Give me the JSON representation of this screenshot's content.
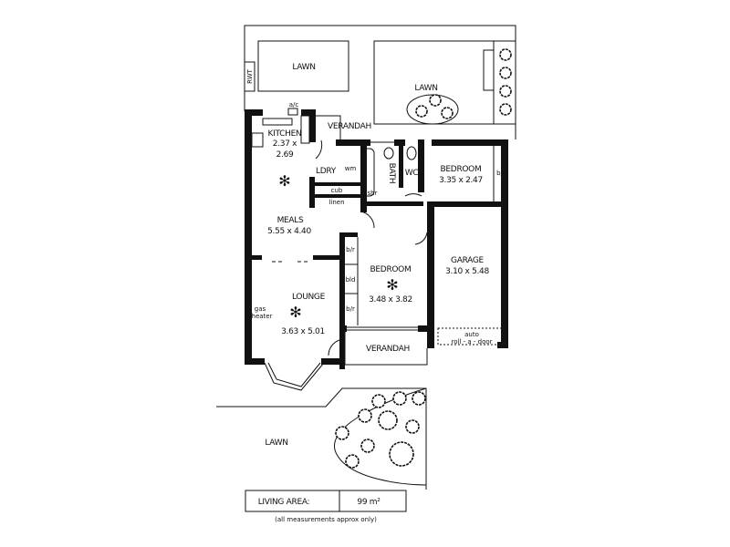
{
  "plan": {
    "yard": {
      "lawn_rear_left": "LAWN",
      "lawn_rear_right": "LAWN",
      "rwt": "RWT",
      "ac": "a/c",
      "lawn_front": "LAWN"
    },
    "rooms": {
      "kitchen": {
        "name": "KITCHEN",
        "dims_line1": "2.37 x",
        "dims_line2": "2.69"
      },
      "verandah_rear": {
        "name": "VERANDAH"
      },
      "laundry": {
        "name": "LDRY",
        "wm": "wm"
      },
      "bath": {
        "name": "BATH",
        "shr": "shr"
      },
      "wc": {
        "name": "WC"
      },
      "bedroom_1": {
        "name": "BEDROOM",
        "dims": "3.35 x 2.47",
        "robe": "b/r"
      },
      "cupboards": {
        "cub": "cub",
        "linen": "linen"
      },
      "meals": {
        "name": "MEALS",
        "dims": "5.55 x 4.40"
      },
      "bedroom_2": {
        "name": "BEDROOM",
        "dims": "3.48 x 3.82",
        "robe_top": "b/r",
        "bld": "bld",
        "robe_bottom": "b/r"
      },
      "garage": {
        "name": "GARAGE",
        "dims": "3.10 x 5.48",
        "door_line1": "auto",
        "door_line2": "roll - a - door"
      },
      "lounge": {
        "name": "LOUNGE",
        "dims": "3.63 x 5.01",
        "heater_line1": "gas",
        "heater_line2": "heater"
      },
      "verandah_front": {
        "name": "VERANDAH"
      }
    },
    "living_area": {
      "label": "LIVING AREA:",
      "value": "99 m²"
    },
    "note": "(all measurements approx only)"
  }
}
